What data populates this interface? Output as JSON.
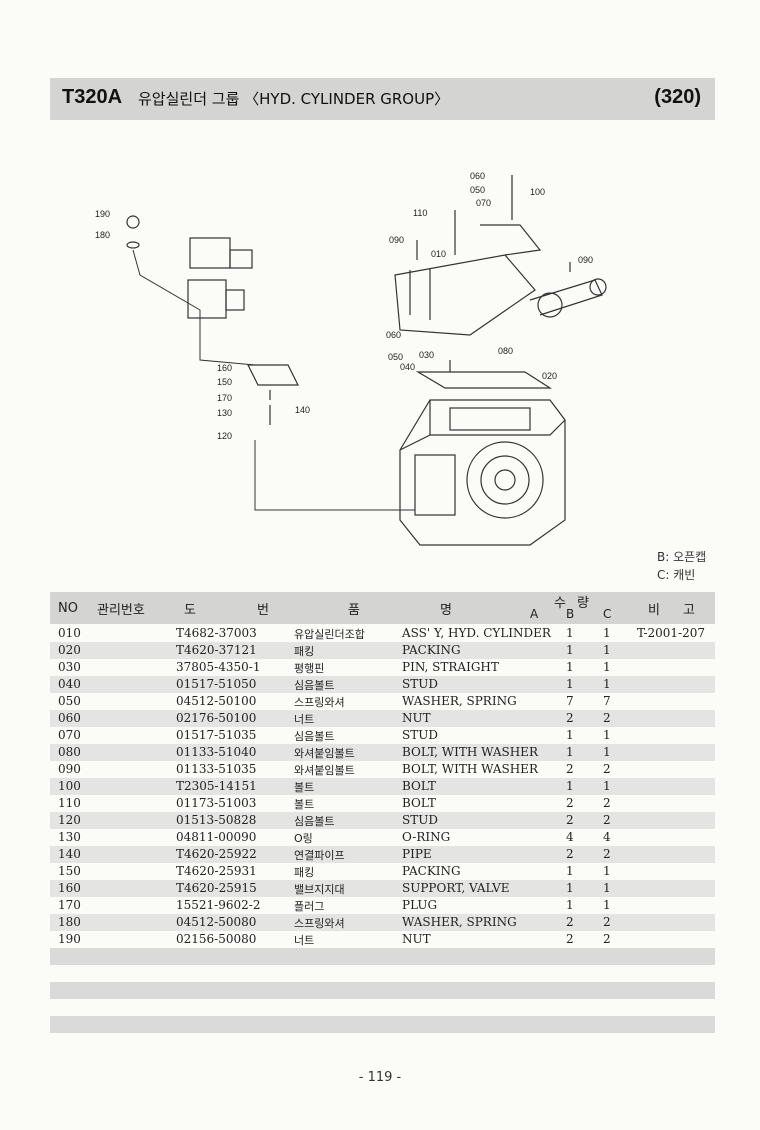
{
  "header": {
    "code": "T320A",
    "title": "유압실린더 그룹 〈HYD. CYLINDER GROUP〉",
    "page_code": "(320)"
  },
  "figure": {
    "callouts": [
      "190",
      "180",
      "160",
      "150",
      "170",
      "130",
      "140",
      "120",
      "060",
      "050",
      "070",
      "100",
      "110",
      "090",
      "010",
      "090",
      "060",
      "050",
      "030",
      "080",
      "040",
      "020"
    ]
  },
  "legend": {
    "b": "B: 오픈캡",
    "c": "C: 캐빈"
  },
  "table": {
    "headers": {
      "no": "NO",
      "mgmt": "관리번호",
      "do": "도",
      "beon": "번",
      "pum": "품",
      "myeong": "명",
      "su": "수",
      "ryang": "량",
      "a": "A",
      "b": "B",
      "c": "C",
      "bi": "비",
      "go": "고"
    },
    "rows": [
      {
        "no": "010",
        "part": "T4682-37003",
        "kr": "유압실린더조합",
        "en": "ASS' Y, HYD. CYLINDER",
        "b": "1",
        "c": "1",
        "remark": "T-2001-207"
      },
      {
        "no": "020",
        "part": "T4620-37121",
        "kr": "패킹",
        "en": "PACKING",
        "b": "1",
        "c": "1",
        "remark": ""
      },
      {
        "no": "030",
        "part": "37805-4350-1",
        "kr": "평행핀",
        "en": "PIN, STRAIGHT",
        "b": "1",
        "c": "1",
        "remark": ""
      },
      {
        "no": "040",
        "part": "01517-51050",
        "kr": "심음볼트",
        "en": "STUD",
        "b": "1",
        "c": "1",
        "remark": ""
      },
      {
        "no": "050",
        "part": "04512-50100",
        "kr": "스프링와셔",
        "en": "WASHER, SPRING",
        "b": "7",
        "c": "7",
        "remark": ""
      },
      {
        "no": "060",
        "part": "02176-50100",
        "kr": "너트",
        "en": "NUT",
        "b": "2",
        "c": "2",
        "remark": ""
      },
      {
        "no": "070",
        "part": "01517-51035",
        "kr": "심음볼트",
        "en": "STUD",
        "b": "1",
        "c": "1",
        "remark": ""
      },
      {
        "no": "080",
        "part": "01133-51040",
        "kr": "와셔붙임볼트",
        "en": "BOLT, WITH WASHER",
        "b": "1",
        "c": "1",
        "remark": ""
      },
      {
        "no": "090",
        "part": "01133-51035",
        "kr": "와셔붙임볼트",
        "en": "BOLT, WITH WASHER",
        "b": "2",
        "c": "2",
        "remark": ""
      },
      {
        "no": "100",
        "part": "T2305-14151",
        "kr": "볼트",
        "en": "BOLT",
        "b": "1",
        "c": "1",
        "remark": ""
      },
      {
        "no": "110",
        "part": "01173-51003",
        "kr": "볼트",
        "en": "BOLT",
        "b": "2",
        "c": "2",
        "remark": ""
      },
      {
        "no": "120",
        "part": "01513-50828",
        "kr": "심음볼트",
        "en": "STUD",
        "b": "2",
        "c": "2",
        "remark": ""
      },
      {
        "no": "130",
        "part": "04811-00090",
        "kr": "O링",
        "en": "O-RING",
        "b": "4",
        "c": "4",
        "remark": ""
      },
      {
        "no": "140",
        "part": "T4620-25922",
        "kr": "연결파이프",
        "en": "PIPE",
        "b": "2",
        "c": "2",
        "remark": ""
      },
      {
        "no": "150",
        "part": "T4620-25931",
        "kr": "패킹",
        "en": "PACKING",
        "b": "1",
        "c": "1",
        "remark": ""
      },
      {
        "no": "160",
        "part": "T4620-25915",
        "kr": "밸브지지대",
        "en": "SUPPORT, VALVE",
        "b": "1",
        "c": "1",
        "remark": ""
      },
      {
        "no": "170",
        "part": "15521-9602-2",
        "kr": "플러그",
        "en": "PLUG",
        "b": "1",
        "c": "1",
        "remark": ""
      },
      {
        "no": "180",
        "part": "04512-50080",
        "kr": "스프링와셔",
        "en": "WASHER, SPRING",
        "b": "2",
        "c": "2",
        "remark": ""
      },
      {
        "no": "190",
        "part": "02156-50080",
        "kr": "너트",
        "en": "NUT",
        "b": "2",
        "c": "2",
        "remark": ""
      }
    ]
  },
  "page_number": "- 119 -"
}
